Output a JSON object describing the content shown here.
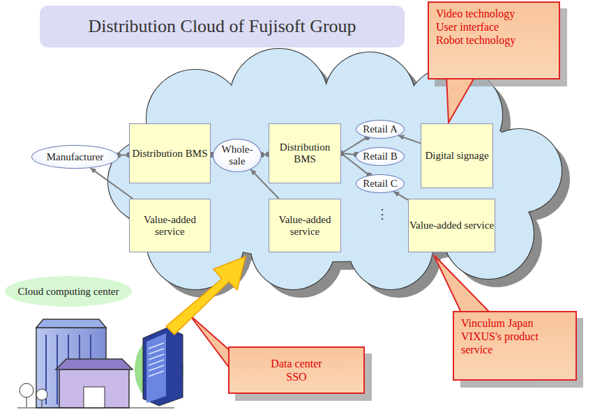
{
  "diagram": {
    "title": "Distribution Cloud of Fujisoft Group",
    "nodes": [
      {
        "text": [
          "Manufacturer"
        ]
      },
      {
        "text": [
          "Distribution BMS"
        ]
      },
      {
        "text": [
          "Whole-sale"
        ]
      },
      {
        "text": [
          "Distribution BMS"
        ]
      },
      {
        "text": [
          "Retail A"
        ]
      },
      {
        "text": [
          "Retail B"
        ]
      },
      {
        "text": [
          "Retail C"
        ]
      },
      {
        "text": [
          "Digital signage"
        ]
      },
      {
        "text": [
          "Value-added service"
        ]
      },
      {
        "text": [
          "Value-added service"
        ]
      },
      {
        "text": [
          "Value-added service"
        ]
      },
      {
        "text": [
          "Cloud computing center"
        ]
      },
      {
        "text": [
          "Video technology",
          "User interface",
          "Robot technology"
        ]
      },
      {
        "text": [
          "Vinculum Japan",
          "VIXUS's product service"
        ]
      },
      {
        "text": [
          "Data center",
          "SSO"
        ]
      }
    ],
    "edges": [
      {
        "from": 0,
        "to": 1,
        "arrow": "none"
      },
      {
        "from": 1,
        "to": 2,
        "arrow": "none"
      },
      {
        "from": 2,
        "to": 3,
        "arrow": "none"
      },
      {
        "from": 3,
        "to": 4,
        "arrow": "none"
      },
      {
        "from": 3,
        "to": 5,
        "arrow": "none"
      },
      {
        "from": 3,
        "to": 6,
        "arrow": "none"
      },
      {
        "from": 7,
        "to": 4,
        "arrow": "to"
      },
      {
        "from": 8,
        "to": 0,
        "arrow": "to"
      },
      {
        "from": 9,
        "to": 2,
        "arrow": "to"
      },
      {
        "from": 10,
        "to": 6,
        "arrow": "to"
      }
    ],
    "labels": [
      "⋮"
    ]
  }
}
